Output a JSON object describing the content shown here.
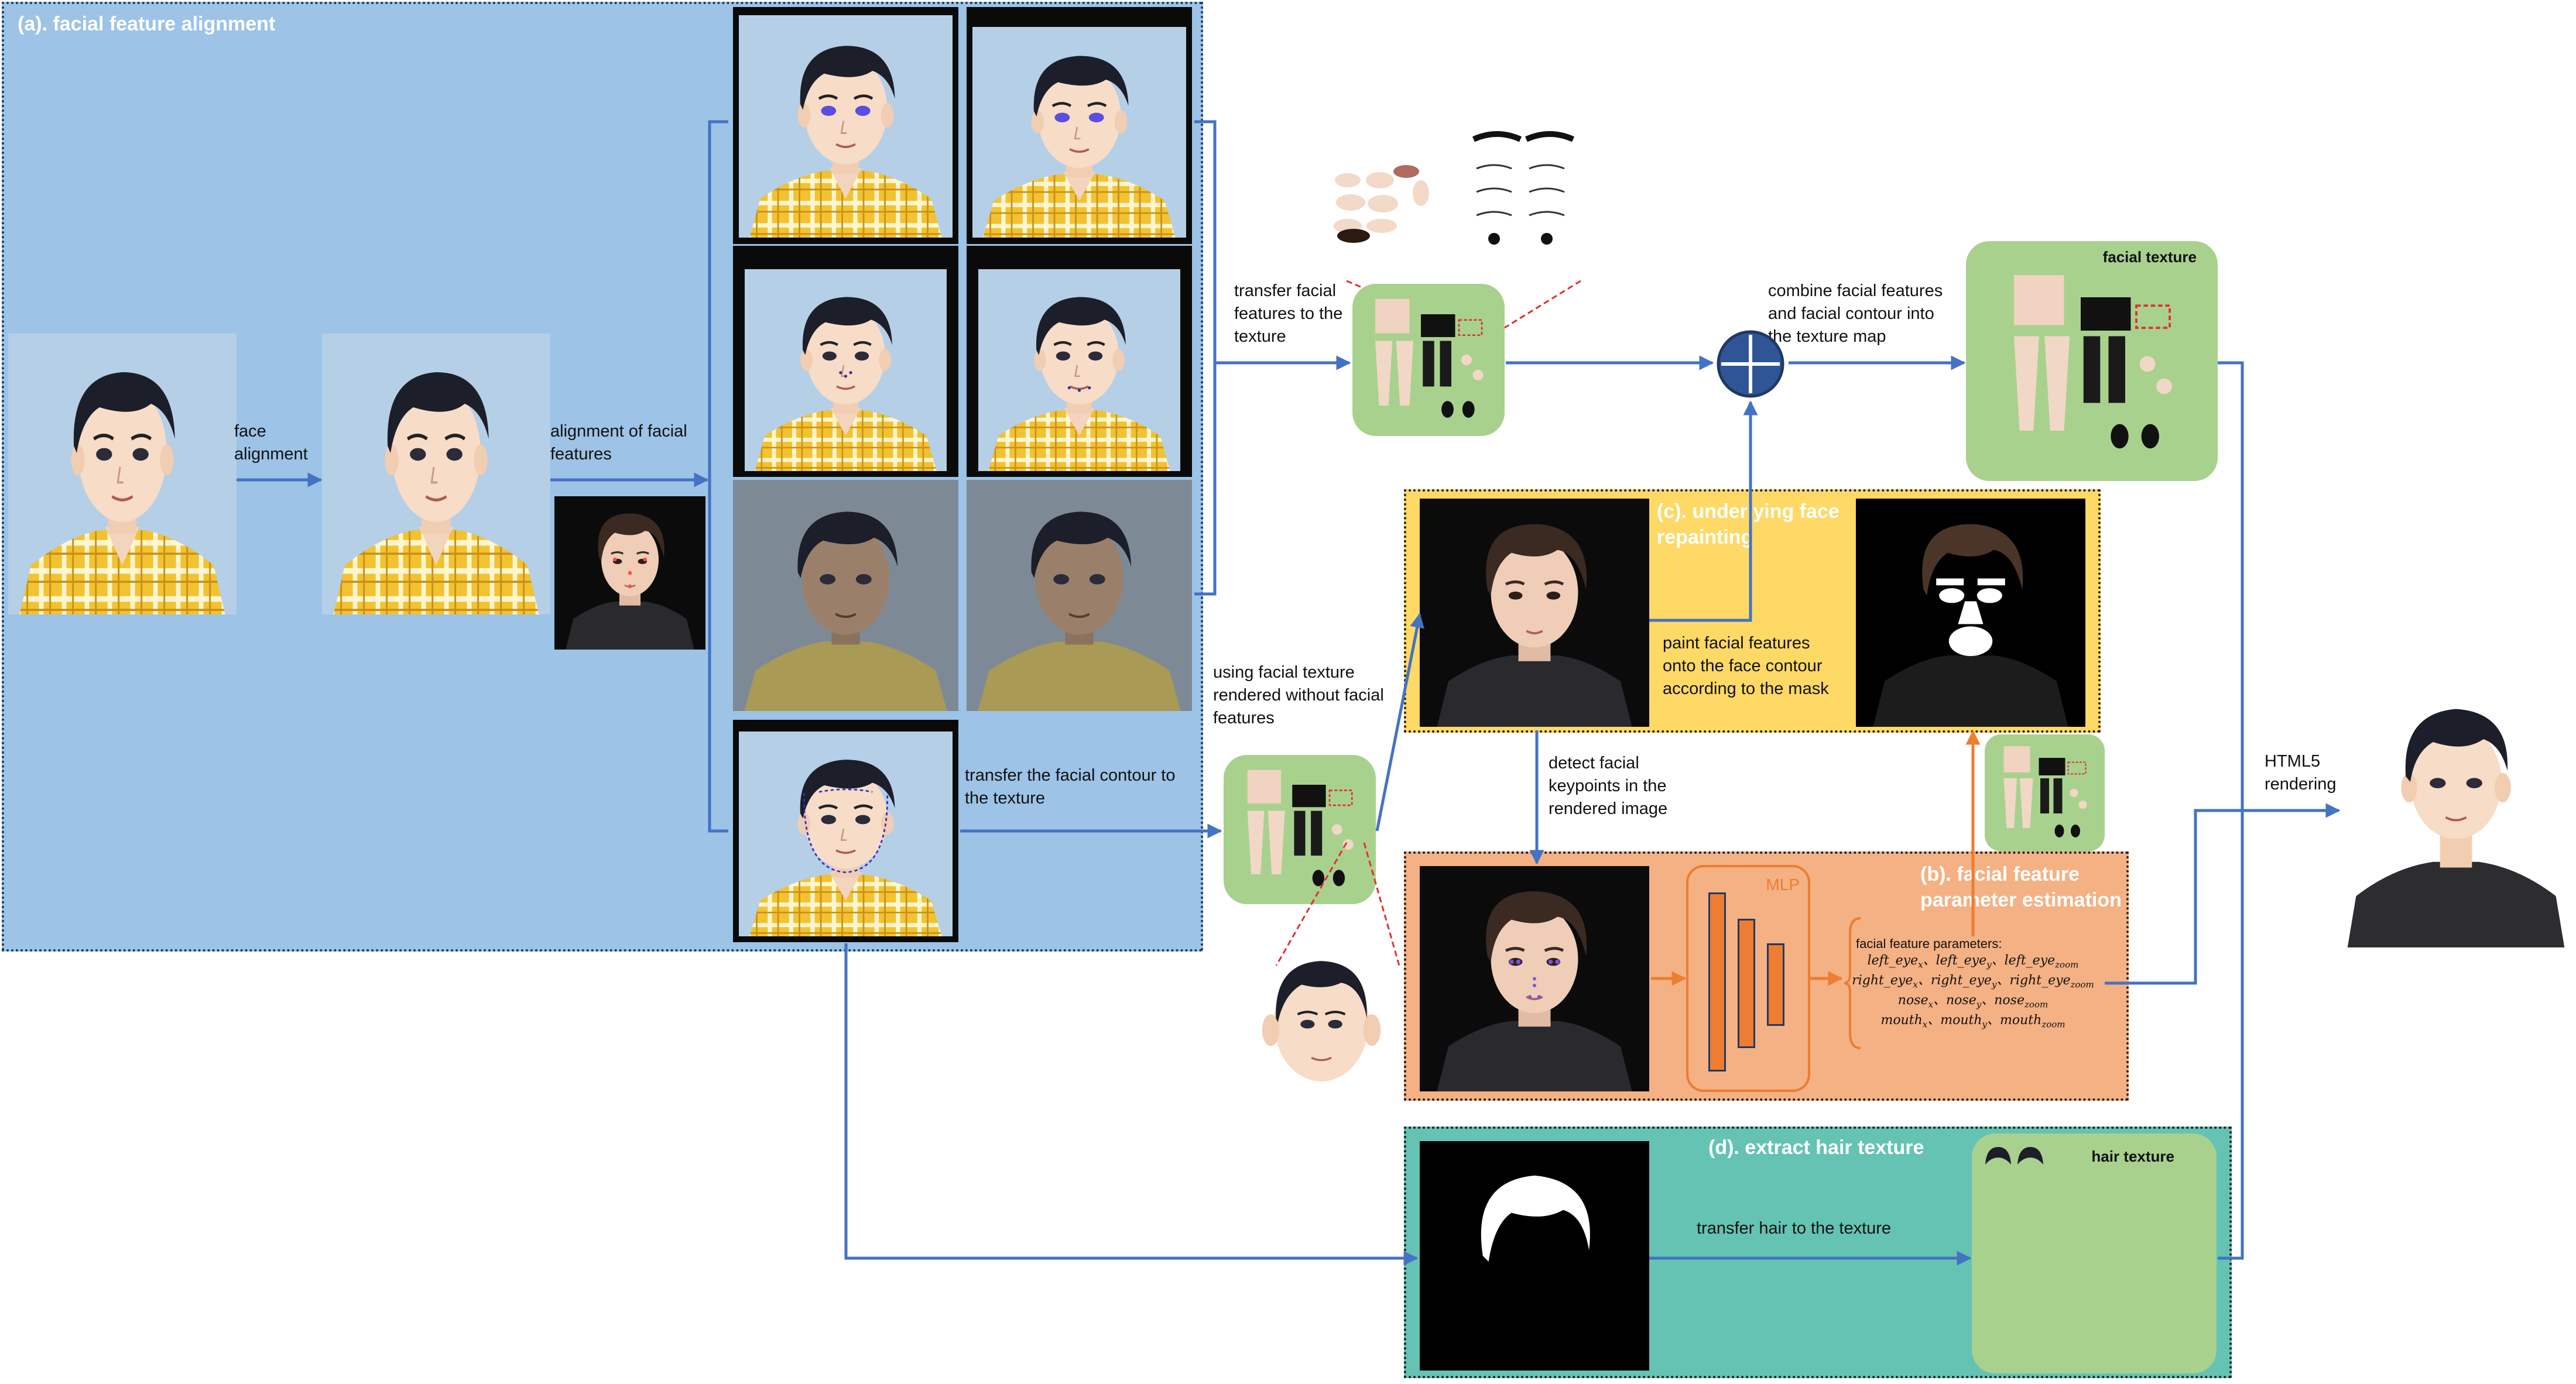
{
  "panels": {
    "a_title": "(a). facial feature alignment",
    "c_title": "(c). underlying face repainting",
    "b_title": "(b). facial feature parameter estimation",
    "d_title": "(d). extract hair texture"
  },
  "labels": {
    "face_alignment": "face alignment",
    "alignment_of_features": "alignment of facial features",
    "transfer_features": "transfer facial features to the texture",
    "combine": "combine facial features and facial contour into the texture map",
    "facial_texture": "facial texture",
    "using_texture": "using facial texture rendered without facial features",
    "transfer_contour": "transfer the facial contour to the texture",
    "paint_features": "paint facial features onto the face contour according to the mask",
    "detect_keypoints": "detect facial keypoints in the rendered image",
    "mlp": "MLP",
    "params_title": "facial feature parameters:",
    "transfer_hair": "transfer hair to the texture",
    "hair_texture": "hair texture",
    "html5": "HTML5 rendering"
  },
  "params": {
    "row1": [
      "left_eye",
      "x",
      "left_eye",
      "y",
      "left_eye",
      "zoom"
    ],
    "row2": [
      "right_eye",
      "x",
      "right_eye",
      "y",
      "right_eye",
      "zoom"
    ],
    "row3": [
      "nose",
      "x",
      "nose",
      "y",
      "nose",
      "zoom"
    ],
    "row4": [
      "mouth",
      "x",
      "mouth",
      "y",
      "mouth",
      "zoom"
    ]
  },
  "colors": {
    "arrow_blue": "#4472c4",
    "arrow_orange": "#ed7d31",
    "panel_a": "#9dc3e6",
    "panel_c": "#ffd966",
    "panel_b": "#f4b183",
    "panel_d": "#64c3b3",
    "texture_green": "#a9d18e"
  }
}
